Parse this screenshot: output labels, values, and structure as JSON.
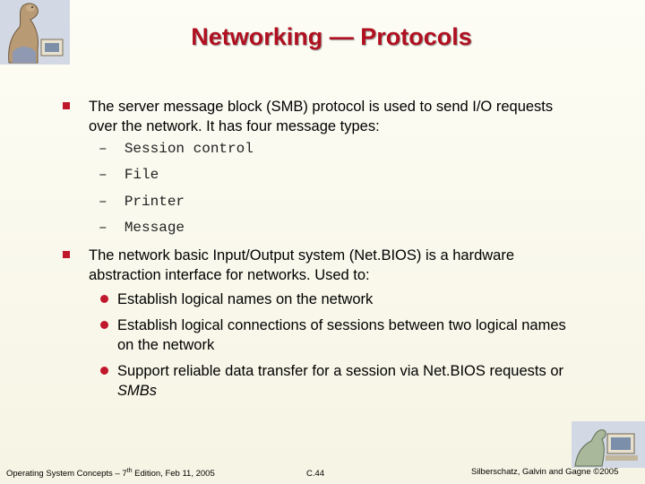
{
  "slide": {
    "title": "Networking — Protocols",
    "bullets": [
      {
        "text": "The server message block (SMB) protocol is used to send I/O requests over the network.  It has four message types:",
        "sub_items": [
          "Session control",
          "File",
          "Printer",
          "Message"
        ]
      },
      {
        "text": "The network basic Input/Output system (Net.BIOS) is a hardware abstraction interface for networks.  Used to:",
        "sub_items": [
          "Establish logical names on the network",
          "Establish logical connections of sessions between two logical names on the network"
        ],
        "last_item_prefix": "Support reliable data transfer for a session via Net.BIOS requests or ",
        "last_item_italic": "SMBs"
      }
    ]
  },
  "footer": {
    "left_prefix": "Operating System Concepts – 7",
    "left_sup": "th",
    "left_suffix": " Edition, Feb 11, 2005",
    "page": "C.44",
    "right": "Silberschatz, Galvin and Gagne ©2005"
  },
  "colors": {
    "title": "#b01020",
    "bullet": "#c0182a",
    "background": "#f6f4e4"
  },
  "icons": [
    "dinosaur-logo-icon",
    "dinosaur-computer-icon"
  ]
}
